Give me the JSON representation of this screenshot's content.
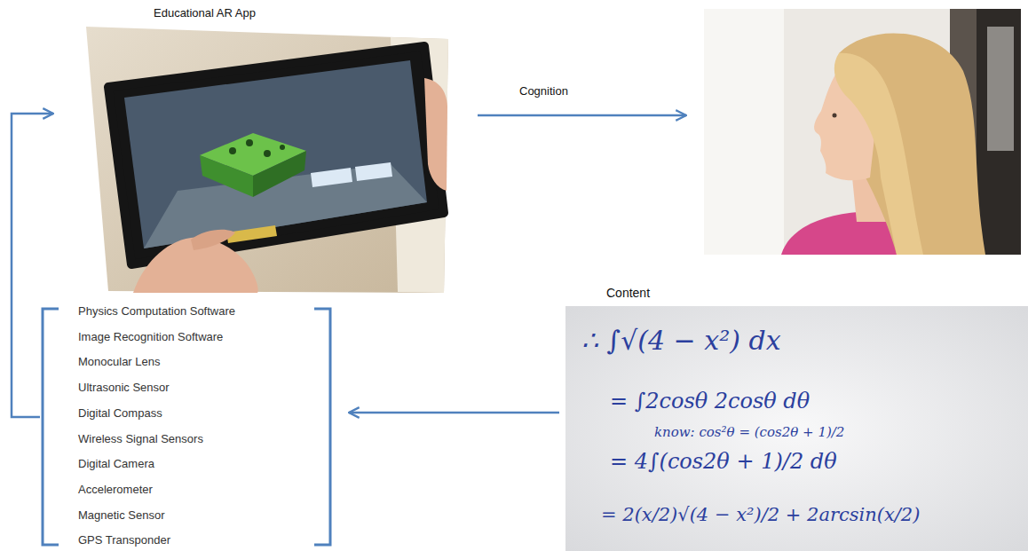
{
  "diagram": {
    "nodes": [
      {
        "text": [
          "Educational AR App"
        ]
      },
      {
        "text": []
      },
      {
        "text": [
          "Physics Computation Software",
          "Image Recognition Software",
          "Monocular Lens",
          "Ultrasonic Sensor",
          "Digital Compass",
          "Wireless Signal Sensors",
          "Digital Camera",
          "Accelerometer",
          "Magnetic Sensor",
          "GPS Transponder"
        ]
      },
      {
        "text": [
          "Content",
          "∴ ∫√(4 − x²) dx",
          "= ∫2cosθ 2cosθ dθ",
          "know: cos²θ = (cos2θ + 1)/2",
          "= 4∫(cos2θ + 1)/2 dθ",
          "= 2(x/2)√(4 − x²)/2 + 2arcsin(x/2)"
        ]
      }
    ],
    "edges": [
      {
        "from": 0,
        "to": 1,
        "label": "Cognition",
        "arrow": "to"
      },
      {
        "from": 3,
        "to": 2,
        "arrow": "to"
      },
      {
        "from": 2,
        "to": 0,
        "arrow": "to"
      }
    ]
  }
}
